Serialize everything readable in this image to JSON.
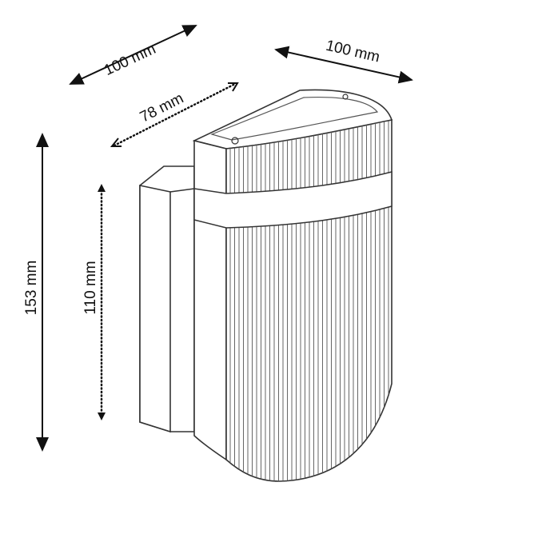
{
  "dimensions": {
    "depth_top_left": "100 mm",
    "width_top_right": "100 mm",
    "lid_depth": "78 mm",
    "total_height": "153 mm",
    "backplate_height": "110 mm"
  },
  "colors": {
    "line": "#111111",
    "background": "#ffffff"
  }
}
